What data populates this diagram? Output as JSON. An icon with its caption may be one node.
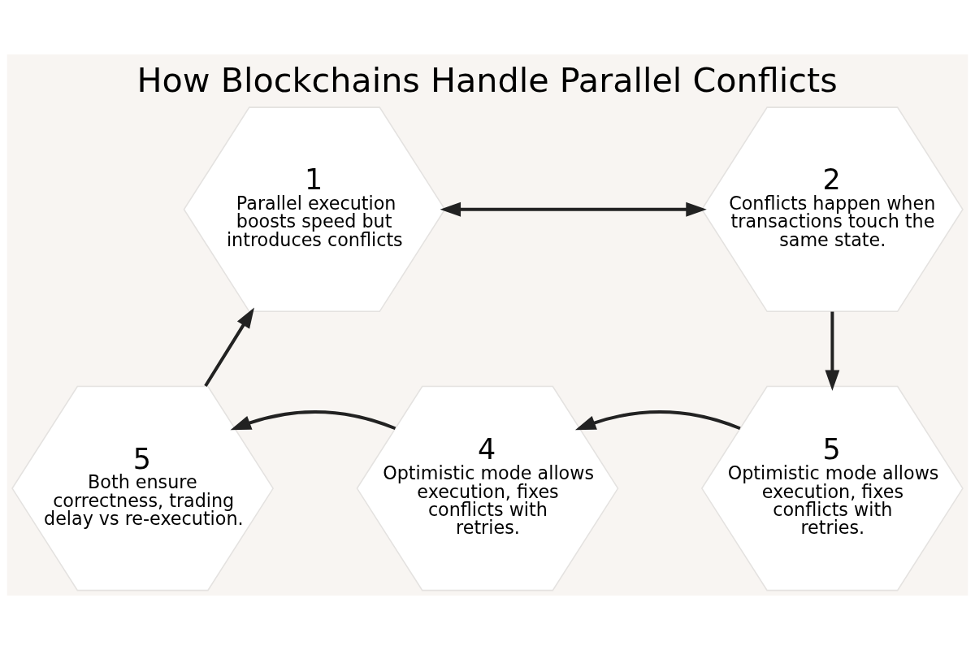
{
  "diagram": {
    "title": "How Blockchains Handle Parallel Conflicts",
    "nodes": [
      {
        "text": [
          "1",
          "Parallel execution boosts speed but introduces conflicts"
        ]
      },
      {
        "text": [
          "2",
          "Conflicts happen when transactions touch the same state."
        ]
      },
      {
        "text": [
          "5",
          "Optimistic mode allows execution, fixes conflicts with retries."
        ]
      },
      {
        "text": [
          "4",
          "Optimistic mode allows execution, fixes conflicts with retries."
        ]
      },
      {
        "text": [
          "5",
          "Both ensure correctness, trading delay vs re-execution."
        ]
      }
    ],
    "edges": [
      {
        "from": 0,
        "to": 1,
        "arrow": "both"
      },
      {
        "from": 1,
        "to": 2,
        "arrow": "to"
      },
      {
        "from": 2,
        "to": 3,
        "arrow": "to"
      },
      {
        "from": 3,
        "to": 4,
        "arrow": "to"
      },
      {
        "from": 4,
        "to": 0,
        "arrow": "to"
      }
    ]
  }
}
